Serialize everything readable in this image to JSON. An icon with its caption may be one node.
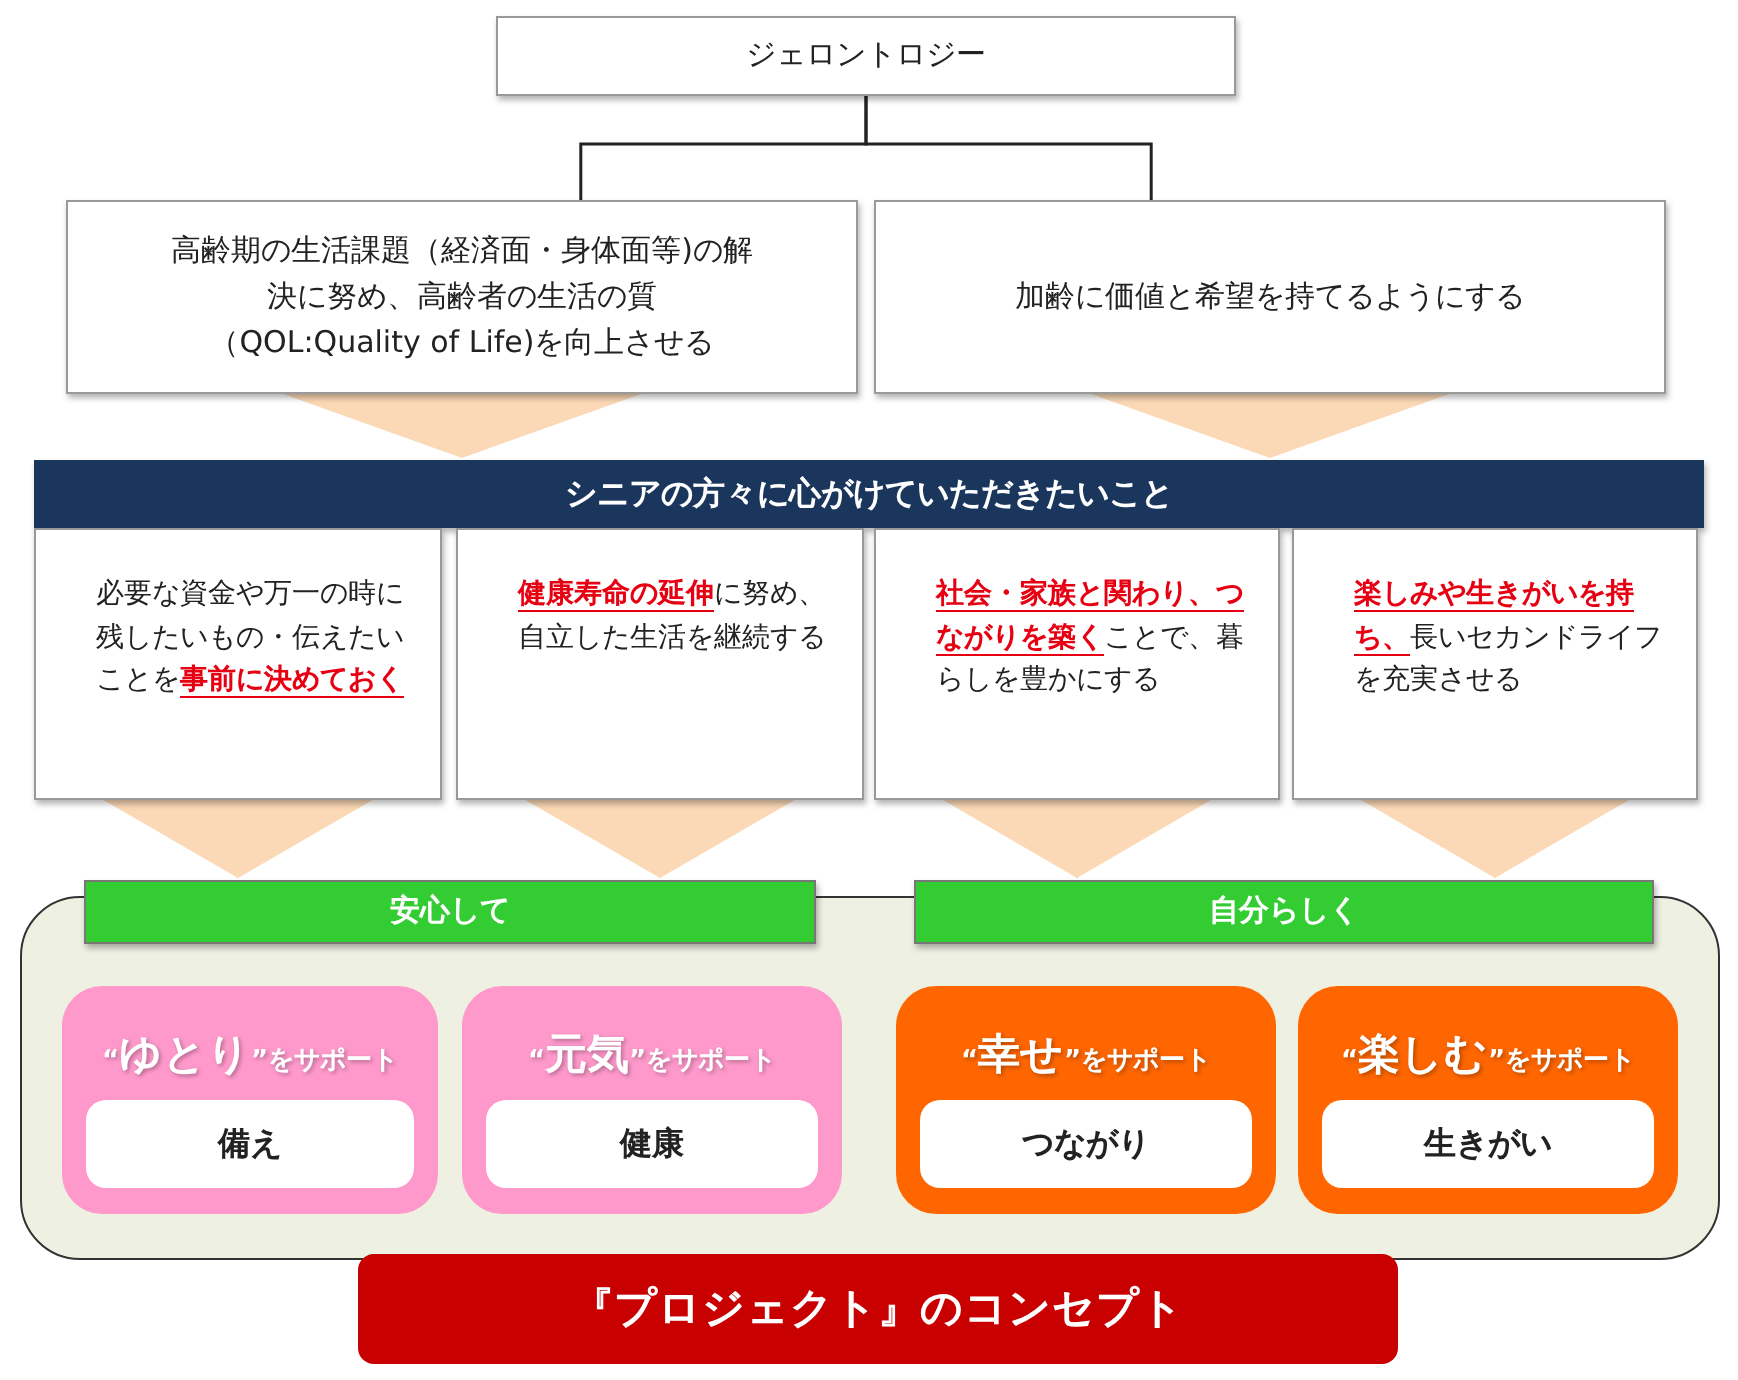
{
  "diagram": {
    "nodes": [
      {
        "text": [
          "ジェロントロジー"
        ]
      },
      {
        "text": [
          "高齢期の生活課題（経済面・身体面等)の解決に努め、高齢者の生活の質（QOL:Quality of Life)を向上させる"
        ]
      },
      {
        "text": [
          "加齢に価値と希望を持てるようにする"
        ]
      },
      {
        "text": [
          "シニアの方々に心がけていただきたいこと"
        ]
      },
      {
        "text": [
          "必要な資金や万一の時に残したいもの・伝えたいことを**事前に決めておく**"
        ]
      },
      {
        "text": [
          "**健康寿命の延伸**に努め、自立した生活を継続する"
        ]
      },
      {
        "text": [
          "**社会・家族と関わり、つながりを築く**ことで、暮らしを豊かにする"
        ]
      },
      {
        "text": [
          "**楽しみや生きがいを持ち、**長いセカンドライフを充実させる"
        ]
      },
      {
        "text": [
          "『プロジェクト』のコンセプト"
        ]
      },
      {
        "text": [
          "安心して"
        ]
      },
      {
        "text": [
          "自分らしく"
        ]
      },
      {
        "text": [
          "“**ゆとり**”をサポート"
        ],
        "in": 8
      },
      {
        "text": [
          "備え"
        ],
        "in": 11
      },
      {
        "text": [
          "“**元気**”をサポート"
        ],
        "in": 8
      },
      {
        "text": [
          "健康"
        ],
        "in": 13
      },
      {
        "text": [
          "“**幸せ**”をサポート"
        ],
        "in": 8
      },
      {
        "text": [
          "つながり"
        ],
        "in": 15
      },
      {
        "text": [
          "“**楽しむ**”をサポート"
        ],
        "in": 8
      },
      {
        "text": [
          "生きがい"
        ],
        "in": 17
      }
    ],
    "edges": [
      {
        "from": 0,
        "to": 1,
        "arrow": "none",
        "color": "#222222"
      },
      {
        "from": 0,
        "to": 2,
        "arrow": "none",
        "color": "#222222"
      },
      {
        "from": 1,
        "to": 3,
        "arrow": "to"
      },
      {
        "from": 2,
        "to": 3,
        "arrow": "to"
      },
      {
        "from": 4,
        "to": 9,
        "arrow": "to"
      },
      {
        "from": 5,
        "to": 9,
        "arrow": "to"
      },
      {
        "from": 6,
        "to": 10,
        "arrow": "to"
      },
      {
        "from": 7,
        "to": 10,
        "arrow": "to"
      }
    ]
  }
}
